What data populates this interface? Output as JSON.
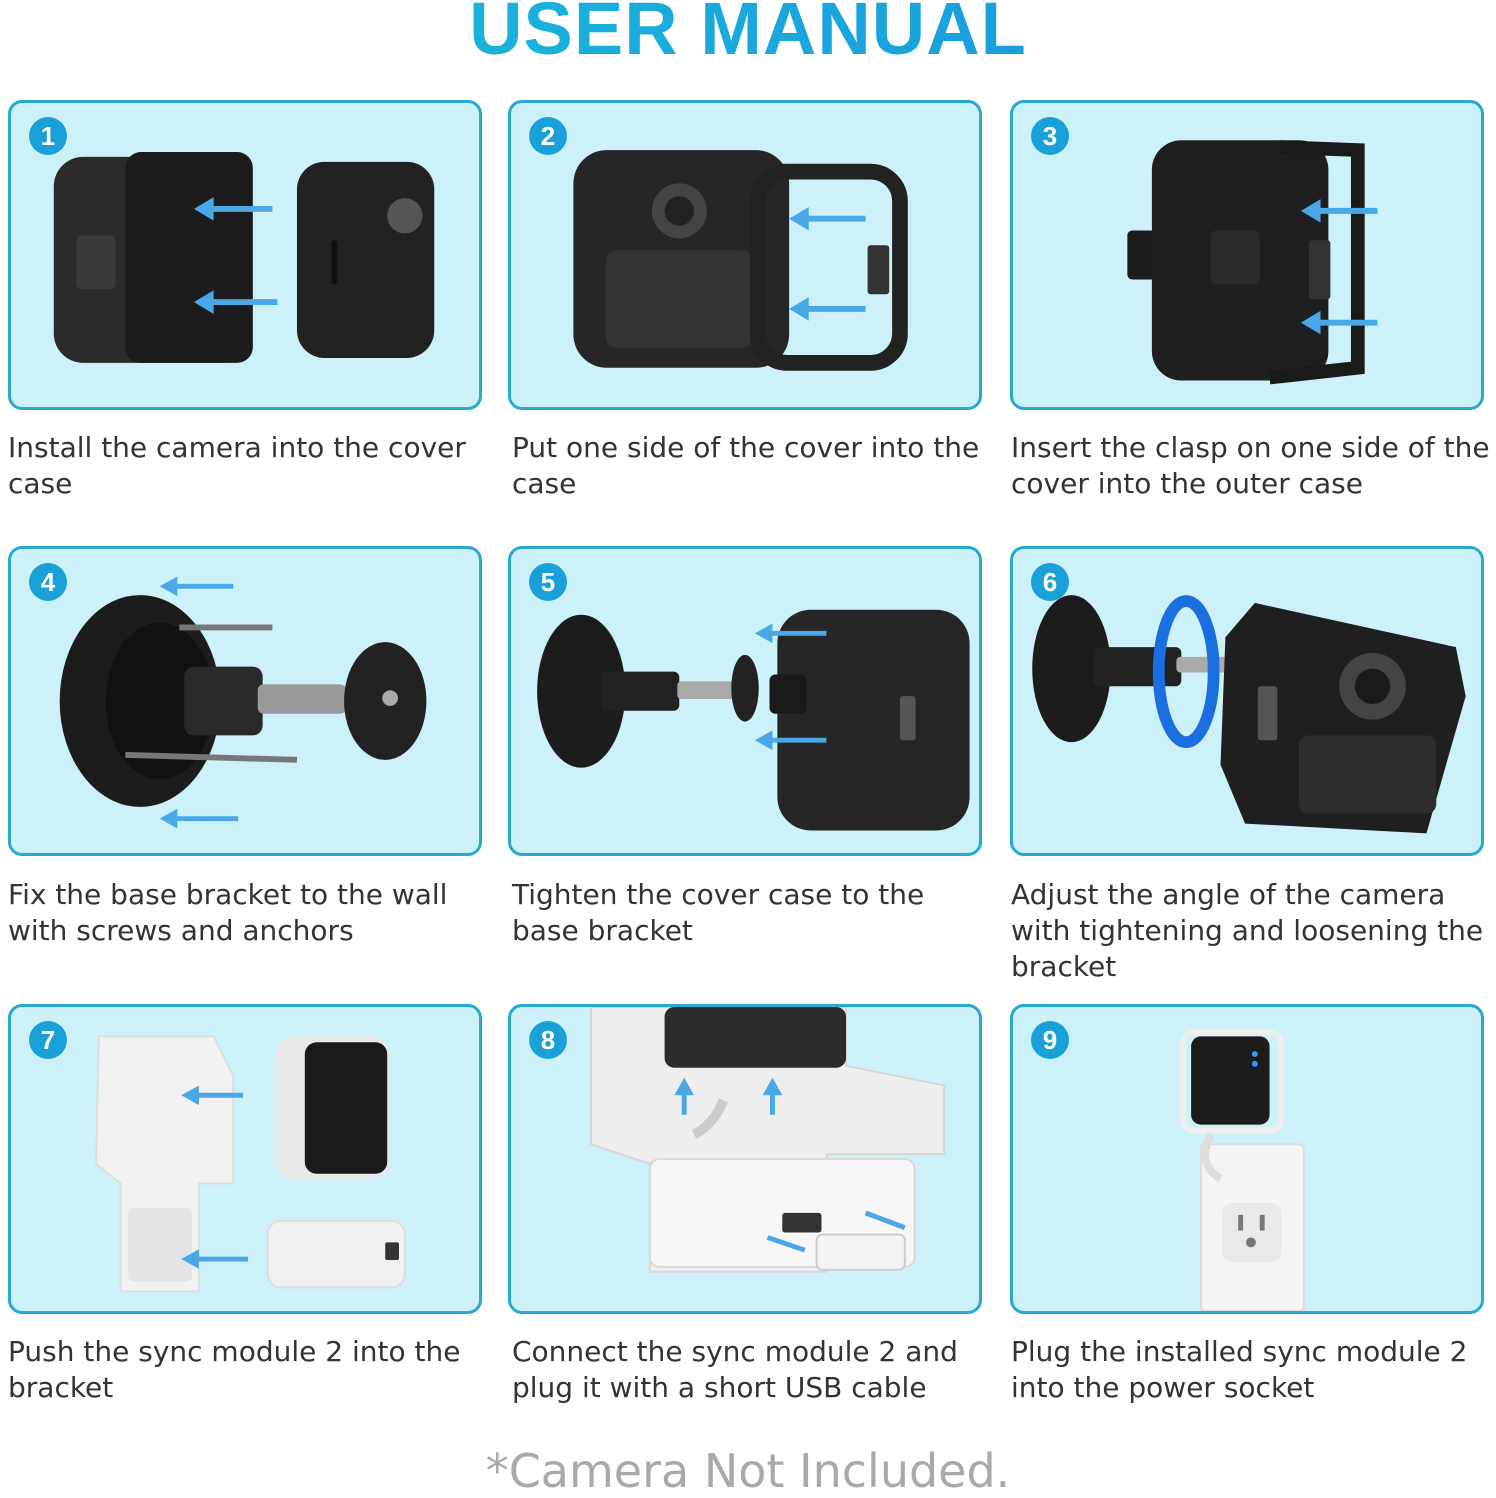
{
  "title": "USER MANUAL",
  "steps": [
    {
      "num": "1",
      "caption": "Install the camera into the cover case"
    },
    {
      "num": "2",
      "caption": "Put one side of the cover into the case"
    },
    {
      "num": "3",
      "caption": "Insert the clasp on one side of the cover into the outer case"
    },
    {
      "num": "4",
      "caption": "Fix the base bracket to the wall with screws and anchors"
    },
    {
      "num": "5",
      "caption": "Tighten the cover case to the base bracket"
    },
    {
      "num": "6",
      "caption": "Adjust the angle of the camera with tightening and loosening the bracket"
    },
    {
      "num": "7",
      "caption": "Push the sync module 2 into the bracket"
    },
    {
      "num": "8",
      "caption": "Connect the sync module 2 and plug it with a short USB cable"
    },
    {
      "num": "9",
      "caption": "Plug the installed sync module 2 into the power socket"
    }
  ],
  "footer": "*Camera Not Included.",
  "colors": {
    "accent": "#1aa0d8",
    "panel_bg": "#cdf1f9",
    "panel_border": "#27a9d2",
    "arrow": "#4aa8e8"
  }
}
